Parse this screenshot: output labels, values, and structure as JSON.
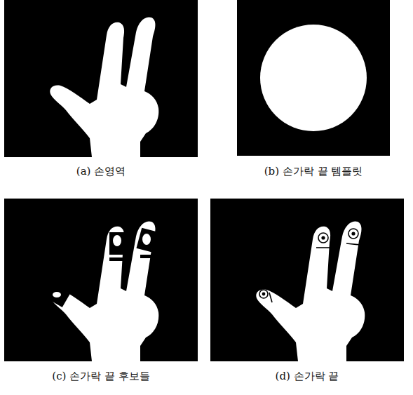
{
  "diagram": {
    "labels": [
      "(a) 손영역",
      "(b) 손가락 끝 템플릿",
      "(c) 손가락 끝 후보들",
      "(d) 손가락 끝"
    ]
  }
}
